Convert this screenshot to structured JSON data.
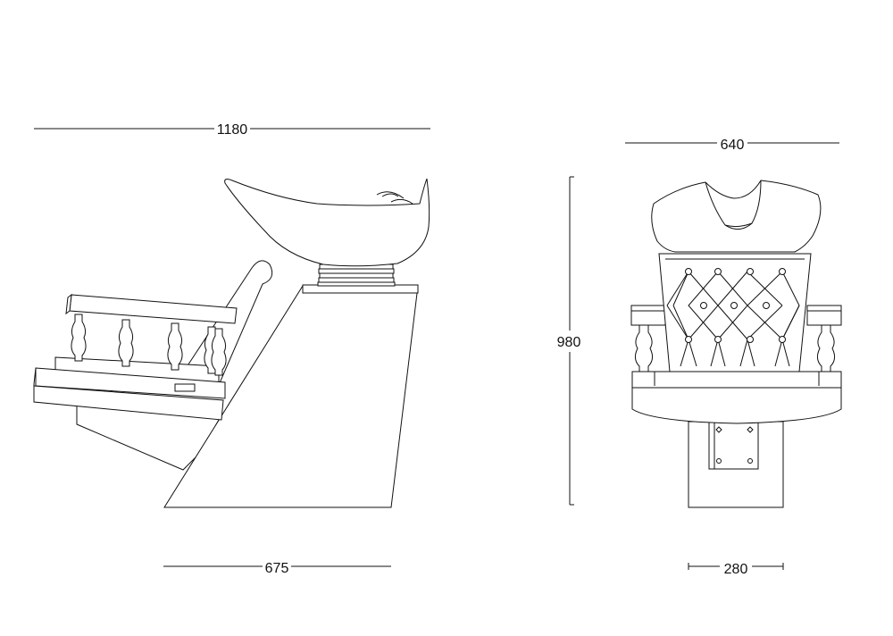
{
  "colors": {
    "line": "#111111",
    "background": "#ffffff"
  },
  "dimensions": {
    "side_total_width": "1180",
    "side_base_width": "675",
    "front_total_width": "640",
    "front_height": "980",
    "front_base_width": "280"
  }
}
